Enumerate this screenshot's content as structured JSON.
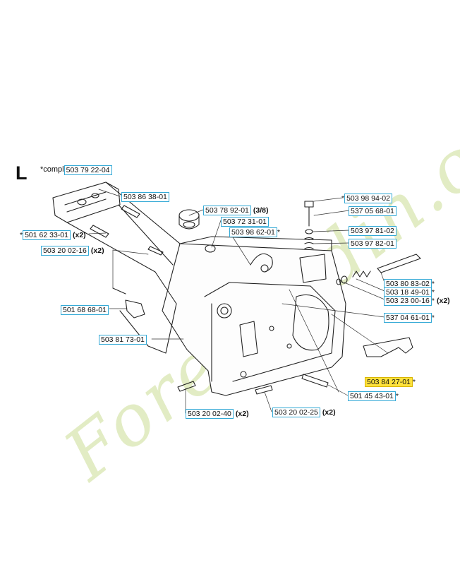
{
  "section": "L",
  "compl": {
    "prefix": "*compl",
    "part": "503 79 22-04"
  },
  "watermark": "Foretjardin.com",
  "parts": [
    {
      "id": "p1",
      "part": "503 86 38-01",
      "pre": "",
      "suf": "",
      "qty": ""
    },
    {
      "id": "p2",
      "part": "503 78 92-01",
      "pre": "",
      "suf": "",
      "qty": "(3/8)"
    },
    {
      "id": "p3",
      "part": "503 72 31-01",
      "pre": "",
      "suf": "",
      "qty": ""
    },
    {
      "id": "p4",
      "part": "503 98 62-01",
      "pre": "",
      "suf": "*",
      "qty": ""
    },
    {
      "id": "p5",
      "part": "501 62 33-01",
      "pre": "*",
      "suf": "",
      "qty": "(x2)"
    },
    {
      "id": "p6",
      "part": "503 20 02-16",
      "pre": "",
      "suf": "",
      "qty": "(x2)"
    },
    {
      "id": "p7",
      "part": "503 98 94-02",
      "pre": "*",
      "suf": "",
      "qty": ""
    },
    {
      "id": "p8",
      "part": "537 05 68-01",
      "pre": "",
      "suf": "",
      "qty": ""
    },
    {
      "id": "p9",
      "part": "503 97 81-02",
      "pre": "",
      "suf": "",
      "qty": ""
    },
    {
      "id": "p10",
      "part": "503 97 82-01",
      "pre": "",
      "suf": "",
      "qty": ""
    },
    {
      "id": "p11",
      "part": "503 80 83-02",
      "pre": "",
      "suf": "*",
      "qty": ""
    },
    {
      "id": "p12",
      "part": "503 18 49-01",
      "pre": "",
      "suf": "*",
      "qty": ""
    },
    {
      "id": "p13",
      "part": "503 23 00-16",
      "pre": "",
      "suf": "*",
      "qty": "(x2)"
    },
    {
      "id": "p14",
      "part": "537 04 61-01",
      "pre": "",
      "suf": "*",
      "qty": ""
    },
    {
      "id": "p15",
      "part": "501 68 68-01",
      "pre": "",
      "suf": "",
      "qty": ""
    },
    {
      "id": "p16",
      "part": "503 81 73-01",
      "pre": "",
      "suf": "",
      "qty": ""
    },
    {
      "id": "p17",
      "part": "503 84 27-01",
      "pre": "",
      "suf": "*",
      "qty": "",
      "highlight": true
    },
    {
      "id": "p18",
      "part": "501 45 43-01",
      "pre": "",
      "suf": "*",
      "qty": ""
    },
    {
      "id": "p19",
      "part": "503 20 02-40",
      "pre": "",
      "suf": "",
      "qty": "(x2)"
    },
    {
      "id": "p20",
      "part": "503 20 02-25",
      "pre": "",
      "suf": "",
      "qty": "(x2)"
    }
  ]
}
